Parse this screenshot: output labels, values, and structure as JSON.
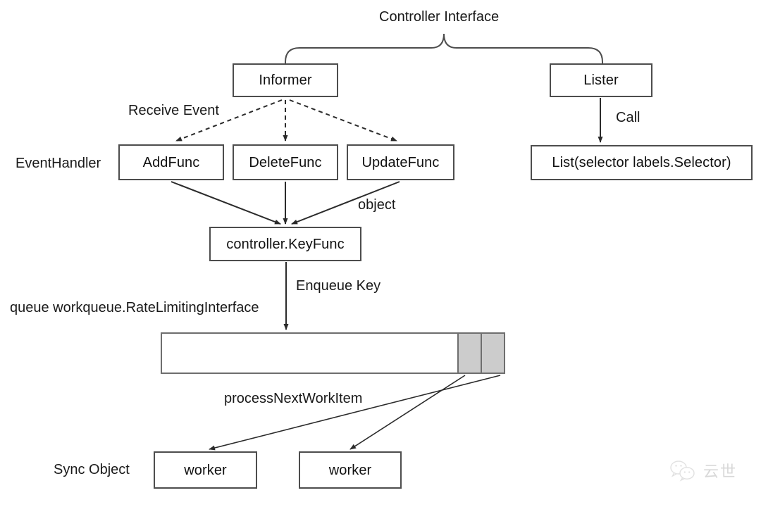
{
  "diagram": {
    "title": "Kubernetes Controller Interface Flow",
    "background": "#ffffff",
    "stroke_color": "#4d4d4d",
    "queue_cell_color": "#cccccc",
    "text_color": "#1a1a1a"
  },
  "brace": {
    "label": "Controller Interface"
  },
  "nodes": {
    "informer": "Informer",
    "lister": "Lister",
    "add_func": "AddFunc",
    "delete_func": "DeleteFunc",
    "update_func": "UpdateFunc",
    "list_call": "List(selector labels.Selector)",
    "key_func": "controller.KeyFunc",
    "worker_one": "worker",
    "worker_two": "worker"
  },
  "labels": {
    "receive_event": "Receive Event",
    "event_handler": "EventHandler",
    "call": "Call",
    "object": "object",
    "enqueue_key": "Enqueue Key",
    "queue_type": "queue workqueue.RateLimitingInterface",
    "process_next_work_item": "processNextWorkItem",
    "sync_object": "Sync Object"
  },
  "queue": {
    "filled_cells": 2,
    "cell_color": "#cccccc"
  },
  "watermark": {
    "text": "云世",
    "icon": "wechat-icon"
  }
}
